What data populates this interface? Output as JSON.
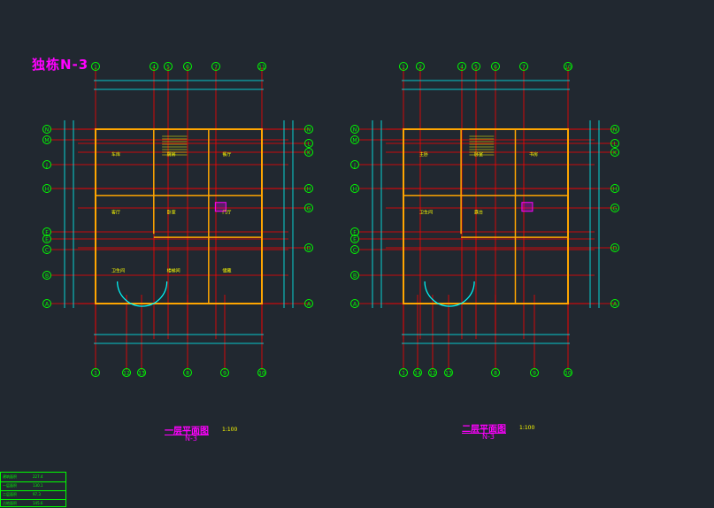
{
  "drawing": {
    "title": "独栋N-3",
    "colors": {
      "background": "#212830",
      "axis": "#ff0000",
      "wall": "#ffa500",
      "dimension": "#00ffff",
      "text": "#ffff00",
      "highlight": "#ff00ff",
      "bubble": "#00ff00"
    }
  },
  "plans": [
    {
      "title": "一层平面图",
      "subtitle": "N-3",
      "scale": "1:100",
      "top_axes": [
        "1",
        "4",
        "5",
        "6",
        "7",
        "11"
      ],
      "bottom_axes": [
        "1",
        "12",
        "13",
        "8",
        "9",
        "10"
      ],
      "side_axes": [
        "N",
        "M",
        "J",
        "H",
        "F",
        "E",
        "C",
        "B",
        "A"
      ],
      "right_axes": [
        "N",
        "L",
        "K",
        "H",
        "G",
        "D",
        "A"
      ],
      "rooms": [
        "车库",
        "厨房",
        "餐厅",
        "客厅",
        "卧室",
        "门厅",
        "卫生间",
        "楼梯间",
        "储藏"
      ]
    },
    {
      "title": "二层平面图",
      "subtitle": "N-3",
      "scale": "1:100",
      "top_axes": [
        "1",
        "2",
        "4",
        "5",
        "6",
        "7",
        "10"
      ],
      "bottom_axes": [
        "1",
        "14",
        "12",
        "13",
        "8",
        "9",
        "10"
      ],
      "side_axes": [
        "N",
        "M",
        "J",
        "H",
        "F",
        "E",
        "C",
        "B",
        "A"
      ],
      "right_axes": [
        "N",
        "L",
        "K",
        "H",
        "G",
        "D",
        "A"
      ],
      "rooms": [
        "主卧",
        "卧室",
        "书房",
        "卫生间",
        "露台"
      ]
    }
  ],
  "table": {
    "rows": [
      {
        "label": "建筑面积",
        "value": "227.4"
      },
      {
        "label": "一层面积",
        "value": "130.1"
      },
      {
        "label": "二层面积",
        "value": "97.3"
      },
      {
        "label": "占地面积",
        "value": "145.6"
      }
    ]
  }
}
